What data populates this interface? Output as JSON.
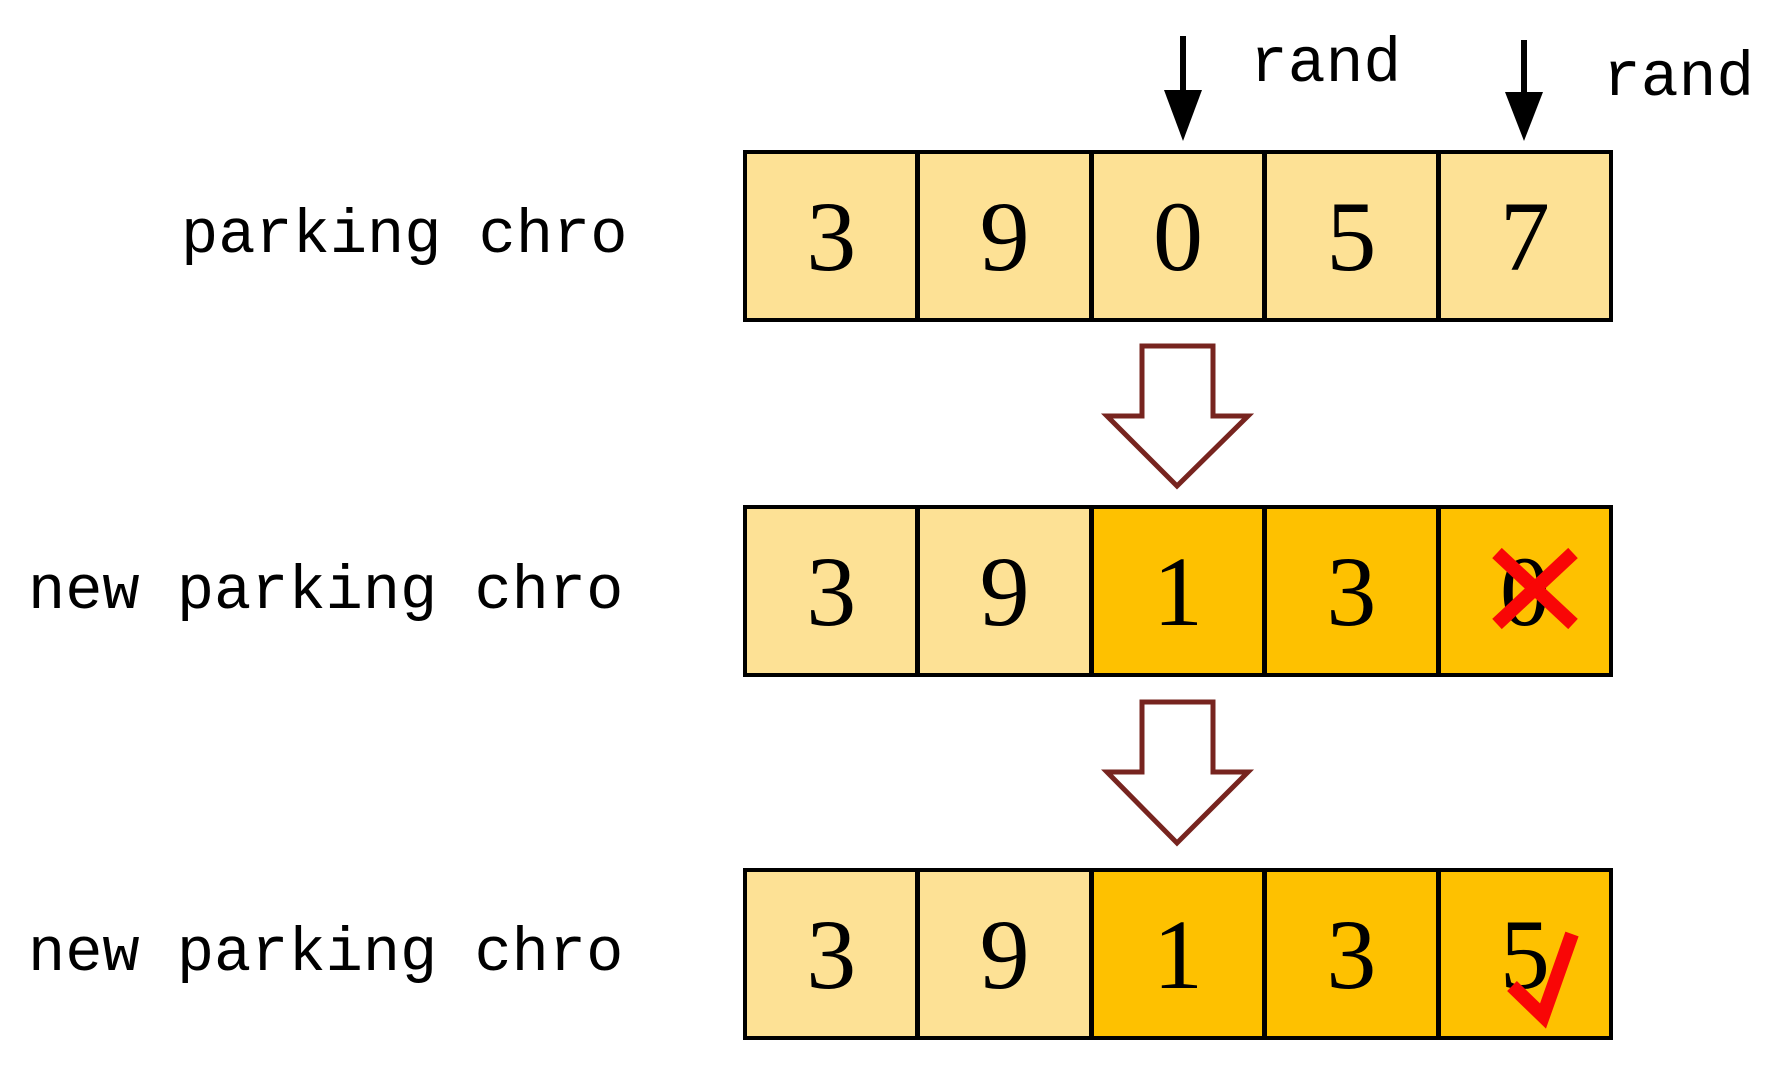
{
  "colors": {
    "cell_light": "#FDE195",
    "cell_dark": "#FEC100",
    "border": "#000000",
    "block_arrow": "#77241F",
    "mark_red": "#F90606"
  },
  "top_pointers": [
    {
      "label": "rand",
      "points_to": "cell index 2 of parking chro"
    },
    {
      "label": "rand",
      "points_to": "cell index 4 of parking chro"
    }
  ],
  "rows": [
    {
      "label": "parking chro",
      "cells": [
        {
          "value": "3",
          "shade": "light"
        },
        {
          "value": "9",
          "shade": "light"
        },
        {
          "value": "0",
          "shade": "light"
        },
        {
          "value": "5",
          "shade": "light"
        },
        {
          "value": "7",
          "shade": "light"
        }
      ]
    },
    {
      "label": "new parking chro",
      "cells": [
        {
          "value": "3",
          "shade": "light"
        },
        {
          "value": "9",
          "shade": "light"
        },
        {
          "value": "1",
          "shade": "dark"
        },
        {
          "value": "3",
          "shade": "dark"
        },
        {
          "value": "0",
          "shade": "dark",
          "mark": "cross"
        }
      ]
    },
    {
      "label": "new parking chro",
      "cells": [
        {
          "value": "3",
          "shade": "light"
        },
        {
          "value": "9",
          "shade": "light"
        },
        {
          "value": "1",
          "shade": "dark"
        },
        {
          "value": "3",
          "shade": "dark"
        },
        {
          "value": "5",
          "shade": "dark",
          "mark": "check"
        }
      ]
    }
  ]
}
